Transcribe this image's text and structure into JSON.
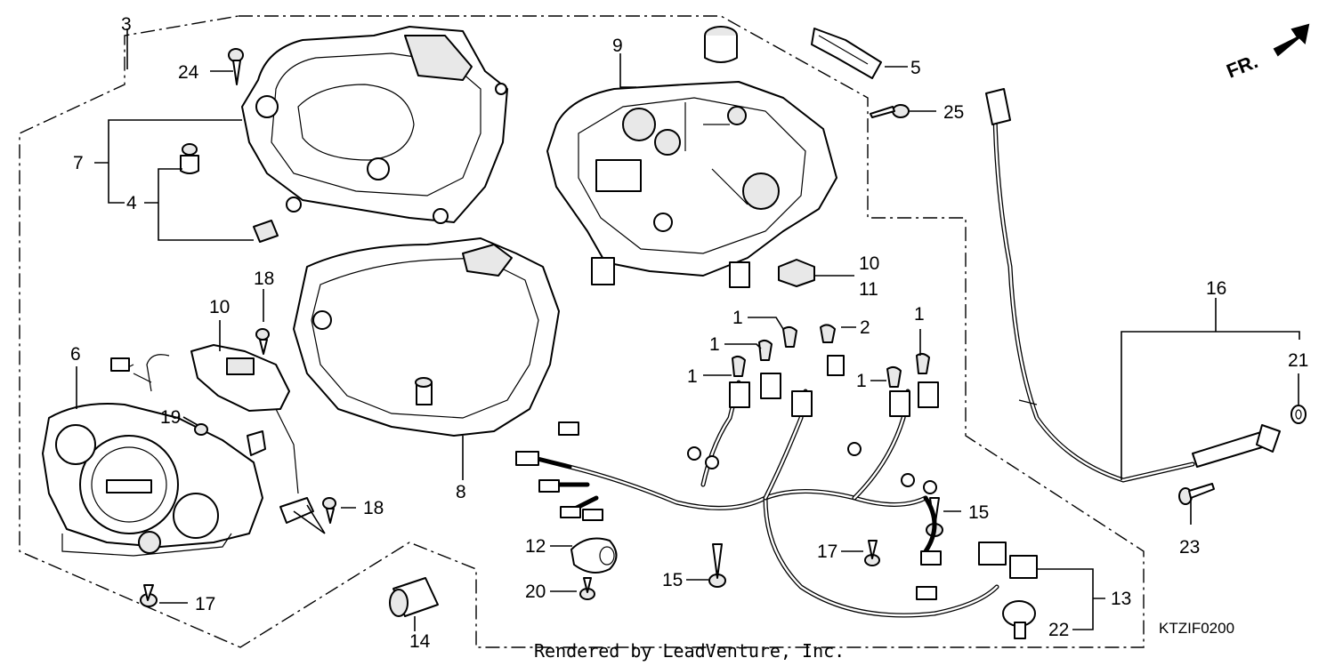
{
  "callouts": {
    "c1a": "1",
    "c1b": "1",
    "c1c": "1",
    "c1d": "1",
    "c1e": "1",
    "c2": "2",
    "c3": "3",
    "c4": "4",
    "c5": "5",
    "c6": "6",
    "c7": "7",
    "c8": "8",
    "c9": "9",
    "c10a": "10",
    "c10b": "10",
    "c11": "11",
    "c12": "12",
    "c13": "13",
    "c14": "14",
    "c15a": "15",
    "c15b": "15",
    "c16": "16",
    "c17a": "17",
    "c17b": "17",
    "c18a": "18",
    "c18b": "18",
    "c19": "19",
    "c20": "20",
    "c21": "21",
    "c22": "22",
    "c23": "23",
    "c24": "24",
    "c25": "25"
  },
  "front_indicator": "FR.",
  "diagram_code": "KTZIF0200",
  "credit": "Rendered by LeadVenture, Inc."
}
